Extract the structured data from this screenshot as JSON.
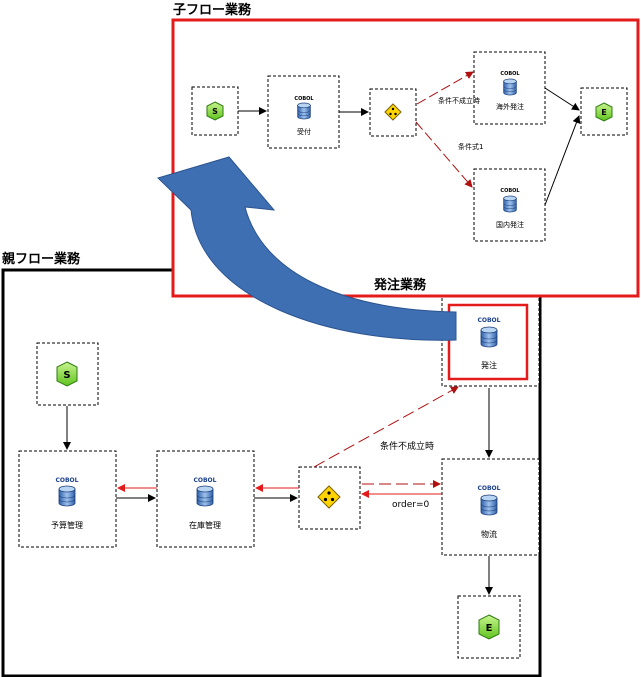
{
  "colors": {
    "frame_red": "#e31b1b",
    "parent_frame": "#000000",
    "arrow_blue": "#3e6fb2",
    "cond_edge": "#b01010",
    "start_end_fill": "#8fe04a",
    "decision_fill": "#ffd400",
    "db_fill": "#5a8fcf"
  },
  "child_flow": {
    "title": "子フロー業務",
    "caption": "発注業務",
    "start_label": "S",
    "end_label": "E",
    "nodes": {
      "uketsuke": {
        "cobol": "COBOL",
        "label": "受付"
      },
      "kaigai": {
        "cobol": "COBOL",
        "label": "海外発注"
      },
      "kokunai": {
        "cobol": "COBOL",
        "label": "国内発注"
      }
    },
    "edges": {
      "fail_label": "条件不成立時",
      "cond_label": "条件式1"
    }
  },
  "parent_flow": {
    "title": "親フロー業務",
    "start_label": "S",
    "end_label": "E",
    "nodes": {
      "hacchu": {
        "cobol": "COBOL",
        "label": "発注"
      },
      "yosan": {
        "cobol": "COBOL",
        "label": "予算管理"
      },
      "zaiko": {
        "cobol": "COBOL",
        "label": "在庫管理"
      },
      "butsuryu": {
        "cobol": "COBOL",
        "label": "物流"
      }
    },
    "edges": {
      "fail_label": "条件不成立時",
      "cond_label": "order=0"
    }
  }
}
